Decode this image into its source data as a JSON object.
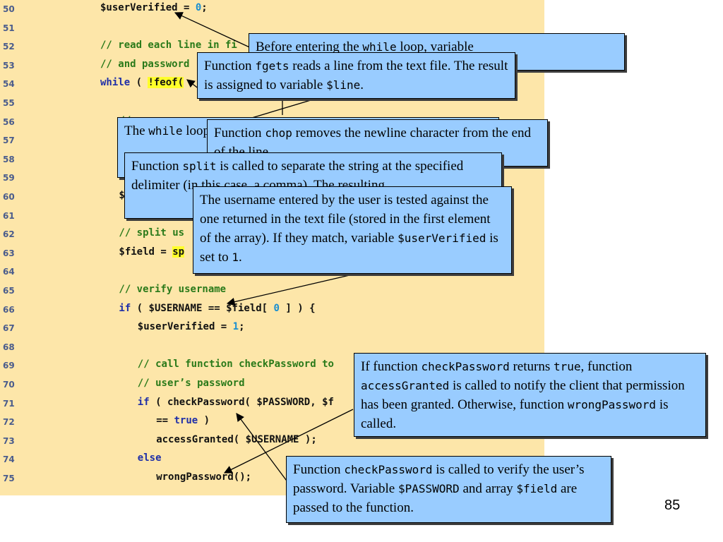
{
  "code_lines": [
    {
      "num": "50",
      "indent": 5,
      "parts": [
        {
          "t": "$userVerified = "
        },
        {
          "t": "0",
          "c": "n"
        },
        {
          "t": ";"
        }
      ]
    },
    {
      "num": "51",
      "indent": 0,
      "parts": []
    },
    {
      "num": "52",
      "indent": 5,
      "parts": [
        {
          "t": "// read each line in fi",
          "c": "c"
        }
      ]
    },
    {
      "num": "53",
      "indent": 5,
      "parts": [
        {
          "t": "// and password",
          "c": "c"
        }
      ]
    },
    {
      "num": "54",
      "indent": 5,
      "parts": [
        {
          "t": "while",
          "c": "k"
        },
        {
          "t": " ( "
        },
        {
          "t": "!feof(",
          "c": "h"
        }
      ]
    },
    {
      "num": "55",
      "indent": 0,
      "parts": []
    },
    {
      "num": "56",
      "indent": 8,
      "parts": [
        {
          "t": "// ",
          "c": "c"
        }
      ]
    },
    {
      "num": "57",
      "indent": 0,
      "parts": []
    },
    {
      "num": "58",
      "indent": 0,
      "parts": []
    },
    {
      "num": "59",
      "indent": 0,
      "parts": []
    },
    {
      "num": "60",
      "indent": 8,
      "parts": [
        {
          "t": "$"
        }
      ]
    },
    {
      "num": "61",
      "indent": 0,
      "parts": []
    },
    {
      "num": "62",
      "indent": 8,
      "parts": [
        {
          "t": "// split us",
          "c": "c"
        }
      ]
    },
    {
      "num": "63",
      "indent": 8,
      "parts": [
        {
          "t": "$field = "
        },
        {
          "t": "sp",
          "c": "h"
        }
      ]
    },
    {
      "num": "64",
      "indent": 0,
      "parts": []
    },
    {
      "num": "65",
      "indent": 8,
      "parts": [
        {
          "t": "// verify username",
          "c": "c"
        }
      ]
    },
    {
      "num": "66",
      "indent": 8,
      "parts": [
        {
          "t": "if",
          "c": "k"
        },
        {
          "t": " ( $USERNAME == $field[ "
        },
        {
          "t": "0",
          "c": "n"
        },
        {
          "t": " ] ) {"
        }
      ]
    },
    {
      "num": "67",
      "indent": 11,
      "parts": [
        {
          "t": "$userVerified = "
        },
        {
          "t": "1",
          "c": "n"
        },
        {
          "t": ";"
        }
      ]
    },
    {
      "num": "68",
      "indent": 0,
      "parts": []
    },
    {
      "num": "69",
      "indent": 11,
      "parts": [
        {
          "t": "// call function checkPassword to",
          "c": "c"
        }
      ]
    },
    {
      "num": "70",
      "indent": 11,
      "parts": [
        {
          "t": "// user’s password",
          "c": "c"
        }
      ]
    },
    {
      "num": "71",
      "indent": 11,
      "parts": [
        {
          "t": "if",
          "c": "k"
        },
        {
          "t": " ( checkPassword( $PASSWORD, $f"
        }
      ]
    },
    {
      "num": "72",
      "indent": 14,
      "parts": [
        {
          "t": "== "
        },
        {
          "t": "true",
          "c": "k"
        },
        {
          "t": " )"
        }
      ]
    },
    {
      "num": "73",
      "indent": 14,
      "parts": [
        {
          "t": "accessGranted( $USERNAME );"
        }
      ]
    },
    {
      "num": "74",
      "indent": 11,
      "parts": [
        {
          "t": "else",
          "c": "k"
        }
      ]
    },
    {
      "num": "75",
      "indent": 14,
      "parts": [
        {
          "t": "wrongPassword();"
        }
      ]
    }
  ],
  "callouts": [
    {
      "name": "callout-while-loop-variable",
      "parts": [
        {
          "t": "Before entering the "
        },
        {
          "t": "while",
          "m": true
        },
        {
          "t": " loop, variable"
        }
      ]
    },
    {
      "name": "callout-fgets",
      "parts": [
        {
          "t": "Function "
        },
        {
          "t": "fgets",
          "m": true
        },
        {
          "t": " reads a line from the text file. The result is assigned to variable "
        },
        {
          "t": "$line",
          "m": true
        },
        {
          "t": "."
        }
      ]
    },
    {
      "name": "callout-while-lines",
      "parts": [
        {
          "t": "The "
        },
        {
          "t": "while",
          "m": true
        },
        {
          "t": " loop executes as long as there are lines in the file"
        }
      ]
    },
    {
      "name": "callout-chop",
      "parts": [
        {
          "t": "Function "
        },
        {
          "t": "chop",
          "m": true
        },
        {
          "t": " removes the newline character from the end of the line."
        }
      ]
    },
    {
      "name": "callout-split",
      "parts": [
        {
          "t": "Function "
        },
        {
          "t": "split",
          "m": true
        },
        {
          "t": " is called to separate the string at the specified delimiter (in this case, a comma). The resulting"
        }
      ]
    },
    {
      "name": "callout-username-test",
      "parts": [
        {
          "t": "The username entered by the user is tested against the one returned in the text file (stored in the first element of the array). If they match, variable "
        },
        {
          "t": "$userVerified",
          "m": true
        },
        {
          "t": " is set to "
        },
        {
          "t": "1",
          "m": true
        },
        {
          "t": "."
        }
      ]
    },
    {
      "name": "callout-checkpassword-result",
      "parts": [
        {
          "t": "If function "
        },
        {
          "t": "checkPassword",
          "m": true
        },
        {
          "t": " returns "
        },
        {
          "t": "true",
          "m": true
        },
        {
          "t": ", function "
        },
        {
          "t": "accessGranted",
          "m": true
        },
        {
          "t": " is called to notify the client that permission has been granted. Otherwise, function "
        },
        {
          "t": "wrongPassword",
          "m": true
        },
        {
          "t": " is called."
        }
      ]
    },
    {
      "name": "callout-checkpassword-call",
      "parts": [
        {
          "t": "Function "
        },
        {
          "t": "checkPassword",
          "m": true
        },
        {
          "t": " is called to verify the user’s password. Variable "
        },
        {
          "t": "$PASSWORD",
          "m": true
        },
        {
          "t": " and array "
        },
        {
          "t": "$field",
          "m": true
        },
        {
          "t": " are passed to the function."
        }
      ]
    }
  ],
  "page_number": "85"
}
